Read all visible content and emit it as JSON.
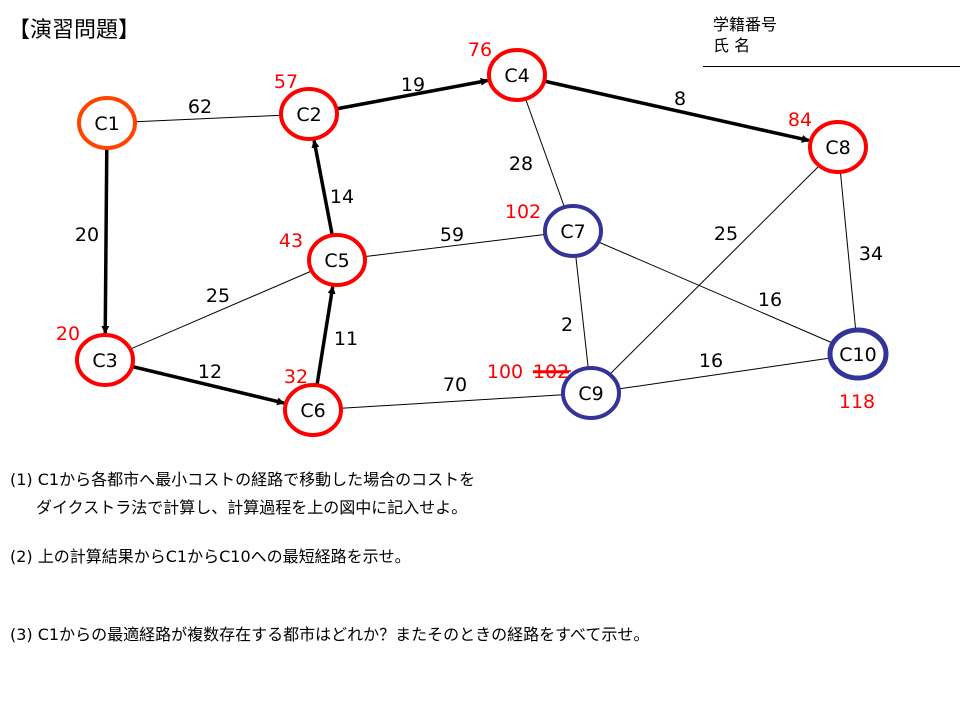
{
  "header": {
    "title": "【演習問題】",
    "student_id_label": "学籍番号",
    "name_label": "氏 名"
  },
  "graph": {
    "nodes": [
      {
        "id": "C1",
        "label": "C1",
        "color": "#ff4400",
        "cost": ""
      },
      {
        "id": "C2",
        "label": "C2",
        "color": "#ff0000",
        "cost": "57"
      },
      {
        "id": "C3",
        "label": "C3",
        "color": "#ff0000",
        "cost": "20"
      },
      {
        "id": "C4",
        "label": "C4",
        "color": "#ff0000",
        "cost": "76"
      },
      {
        "id": "C5",
        "label": "C5",
        "color": "#ff0000",
        "cost": "43"
      },
      {
        "id": "C6",
        "label": "C6",
        "color": "#ff0000",
        "cost": "32"
      },
      {
        "id": "C7",
        "label": "C7",
        "color": "#333399",
        "cost": "102"
      },
      {
        "id": "C8",
        "label": "C8",
        "color": "#ff0000",
        "cost": "84"
      },
      {
        "id": "C9",
        "label": "C9",
        "color": "#333399",
        "cost": "100",
        "struck_cost": "102"
      },
      {
        "id": "C10",
        "label": "C10",
        "color": "#333399",
        "cost": "118"
      }
    ],
    "edges": [
      {
        "from": "C1",
        "to": "C2",
        "weight": "62",
        "on_path": false
      },
      {
        "from": "C1",
        "to": "C3",
        "weight": "20",
        "on_path": true
      },
      {
        "from": "C2",
        "to": "C4",
        "weight": "19",
        "on_path": true
      },
      {
        "from": "C4",
        "to": "C8",
        "weight": "8",
        "on_path": true
      },
      {
        "from": "C4",
        "to": "C7",
        "weight": "28",
        "on_path": false
      },
      {
        "from": "C5",
        "to": "C2",
        "weight": "14",
        "on_path": true
      },
      {
        "from": "C5",
        "to": "C7",
        "weight": "59",
        "on_path": false
      },
      {
        "from": "C3",
        "to": "C5",
        "weight": "25",
        "on_path": false
      },
      {
        "from": "C3",
        "to": "C6",
        "weight": "12",
        "on_path": true
      },
      {
        "from": "C6",
        "to": "C5",
        "weight": "11",
        "on_path": true
      },
      {
        "from": "C6",
        "to": "C9",
        "weight": "70",
        "on_path": false
      },
      {
        "from": "C7",
        "to": "C9",
        "weight": "2",
        "on_path": false
      },
      {
        "from": "C7",
        "to": "C10",
        "weight": "25",
        "on_path": false
      },
      {
        "from": "C9",
        "to": "C8",
        "weight": "16",
        "on_path": false
      },
      {
        "from": "C8",
        "to": "C10",
        "weight": "34",
        "on_path": false
      },
      {
        "from": "C9",
        "to": "C10",
        "weight": "16",
        "on_path": false
      }
    ]
  },
  "questions": [
    {
      "line1": "(1) C1から各都市へ最小コストの経路で移動した場合のコストを",
      "line2": "ダイクストラ法で計算し、計算過程を上の図中に記入せよ。"
    },
    {
      "line1": "(2) 上の計算結果からC1からC10への最短経路を示せ。"
    },
    {
      "line1": "(3) C1からの最適経路が複数存在する都市はどれか？またそのときの経路をすべて示せ。"
    }
  ]
}
